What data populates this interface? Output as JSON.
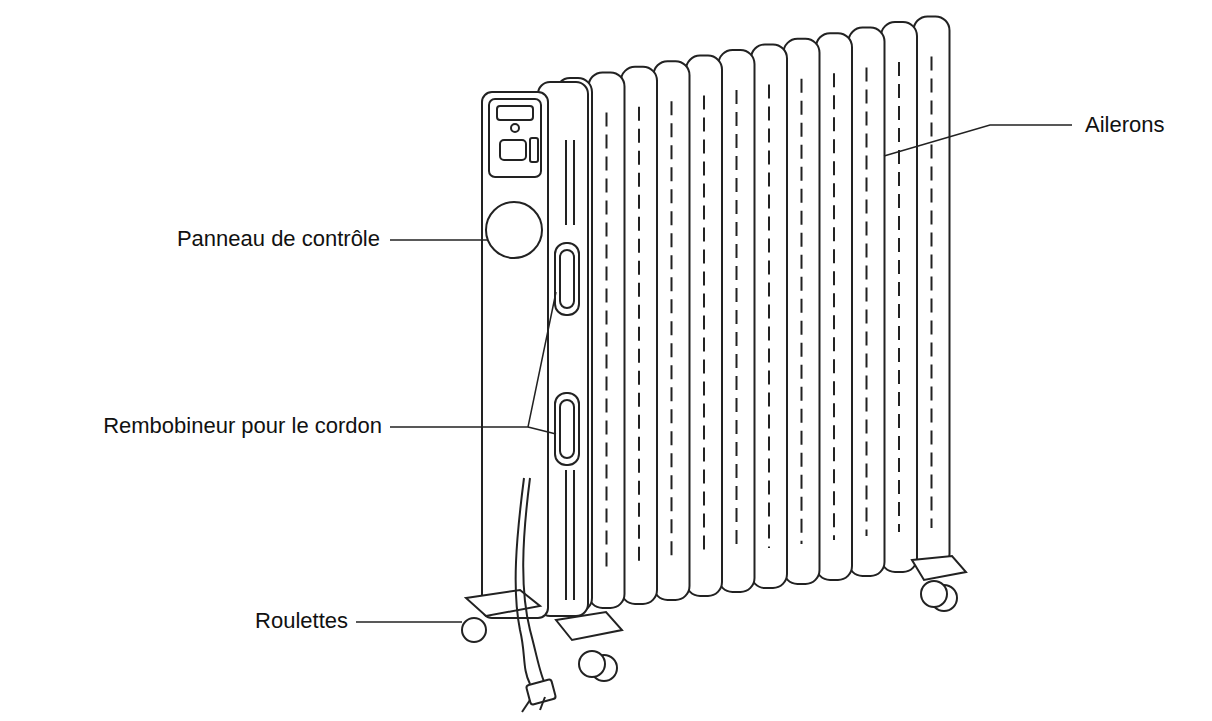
{
  "diagram": {
    "labels": [
      "Ailerons",
      "Panneau de contrôle",
      "Rembobineur pour le cordon",
      "Roulettes"
    ]
  }
}
